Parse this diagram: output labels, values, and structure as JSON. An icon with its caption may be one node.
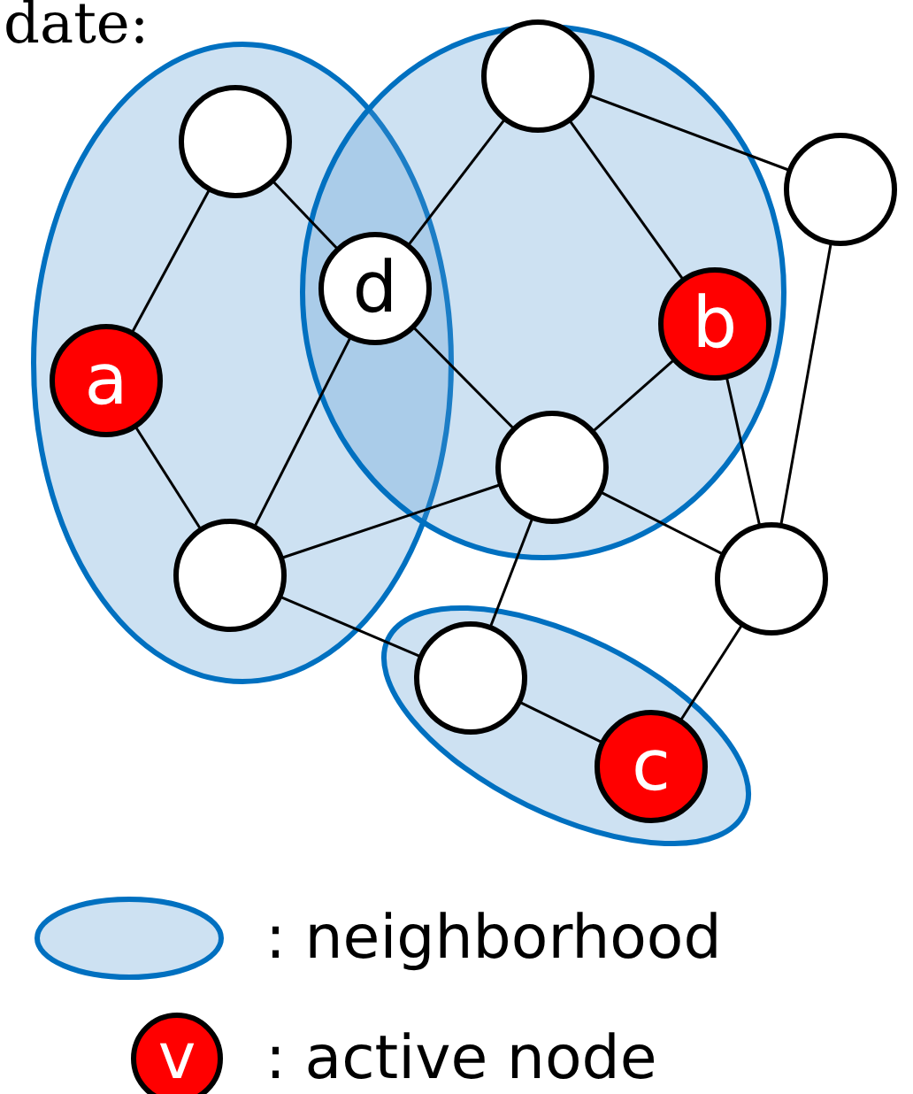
{
  "diagram": {
    "nodes": [
      {
        "text": [],
        "shape": "circle"
      },
      {
        "text": [],
        "shape": "circle"
      },
      {
        "text": [],
        "shape": "circle"
      },
      {
        "text": [
          "d"
        ]
      },
      {
        "text": [
          "a"
        ]
      },
      {
        "text": [
          "b"
        ]
      },
      {
        "text": [],
        "shape": "circle"
      },
      {
        "text": [],
        "shape": "circle"
      },
      {
        "text": [],
        "shape": "circle"
      },
      {
        "text": [],
        "shape": "circle"
      },
      {
        "text": [
          "c"
        ]
      }
    ],
    "edges": [
      {
        "from": 0,
        "to": 4,
        "arrow": "none"
      },
      {
        "from": 0,
        "to": 3,
        "arrow": "none"
      },
      {
        "from": 1,
        "to": 3,
        "arrow": "none"
      },
      {
        "from": 1,
        "to": 2,
        "arrow": "none"
      },
      {
        "from": 1,
        "to": 5,
        "arrow": "none"
      },
      {
        "from": 2,
        "to": 8,
        "arrow": "none"
      },
      {
        "from": 3,
        "to": 6,
        "arrow": "none"
      },
      {
        "from": 3,
        "to": 7,
        "arrow": "none"
      },
      {
        "from": 4,
        "to": 7,
        "arrow": "none"
      },
      {
        "from": 5,
        "to": 6,
        "arrow": "none"
      },
      {
        "from": 5,
        "to": 8,
        "arrow": "none"
      },
      {
        "from": 6,
        "to": 7,
        "arrow": "none"
      },
      {
        "from": 6,
        "to": 8,
        "arrow": "none"
      },
      {
        "from": 6,
        "to": 9,
        "arrow": "none"
      },
      {
        "from": 7,
        "to": 9,
        "arrow": "none"
      },
      {
        "from": 9,
        "to": 10,
        "arrow": "none"
      },
      {
        "from": 8,
        "to": 10,
        "arrow": "none"
      }
    ],
    "labels": [
      "date:",
      "v"
    ],
    "legend": [
      {
        "text": ": neighborhood"
      },
      {
        "text": ": active node"
      }
    ]
  }
}
